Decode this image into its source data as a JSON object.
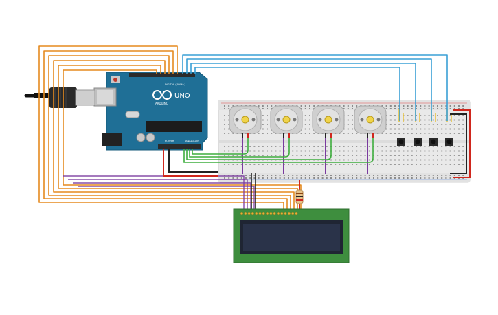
{
  "arduino": {
    "model_label": "UNO",
    "brand_label": "ARDUINO",
    "digital_label": "DIGITAL (PWM~)",
    "power_label": "POWER",
    "analog_label": "ANALOG IN"
  },
  "colors": {
    "board": "#1f6f96",
    "breadboard": "#e8e8e8",
    "wire_orange": "#e58a1f",
    "wire_blue": "#3aa0d5",
    "wire_green": "#3fae3f",
    "wire_purple": "#7a3a9e",
    "wire_red": "#d0271d",
    "wire_black": "#222222",
    "lcd_pcb": "#3e8e3e",
    "lcd_screen": "#2a3349",
    "button_lead": "#e8c547"
  },
  "components": {
    "motors": 4,
    "pushbuttons": 4,
    "lcd": "16x2",
    "resistor": 1
  }
}
